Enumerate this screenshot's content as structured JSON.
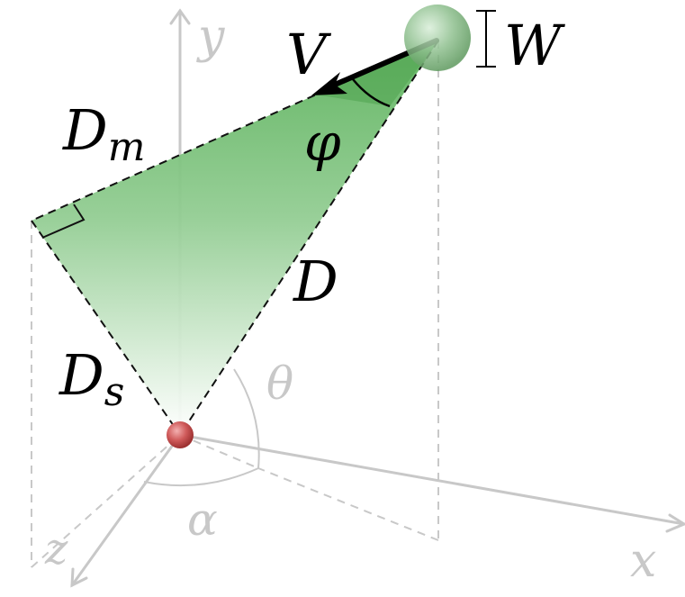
{
  "labels": {
    "x_axis": "x",
    "y_axis": "y",
    "z_axis": "z",
    "velocity": "V",
    "width": "W",
    "angle_phi": "φ",
    "distance_m": "D",
    "distance_m_sub": "m",
    "distance": "D",
    "distance_s": "D",
    "distance_s_sub": "s",
    "angle_theta": "θ",
    "angle_alpha": "α"
  },
  "colors": {
    "axis": "#c8c8c8",
    "guide": "#c8c8c8",
    "cone_top": "#5fb55f",
    "cone_bottom": "#ffffff",
    "target_sphere": "#8cbf8c",
    "origin_sphere": "#c94b4b",
    "ink": "#000000"
  }
}
